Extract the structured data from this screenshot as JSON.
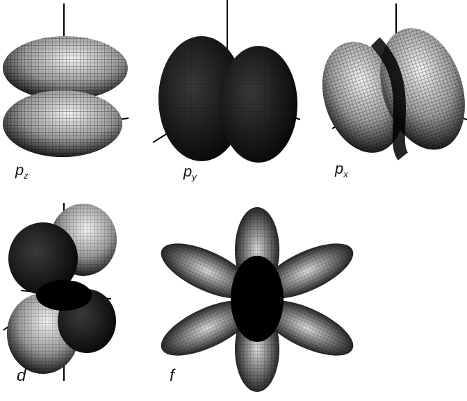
{
  "orbitals": [
    {
      "id": "pz",
      "symbol": "p",
      "subscript": "z"
    },
    {
      "id": "py",
      "symbol": "p",
      "subscript": "y"
    },
    {
      "id": "px",
      "symbol": "p",
      "subscript": "x"
    },
    {
      "id": "d",
      "symbol": "d",
      "subscript": ""
    },
    {
      "id": "f",
      "symbol": "f",
      "subscript": ""
    }
  ],
  "colors": {
    "background": "#ffffff",
    "lobe_dark": "#050505",
    "lobe_mid": "#3a3a3a",
    "lobe_light": "#f2f2f2",
    "mesh": "#000000"
  }
}
